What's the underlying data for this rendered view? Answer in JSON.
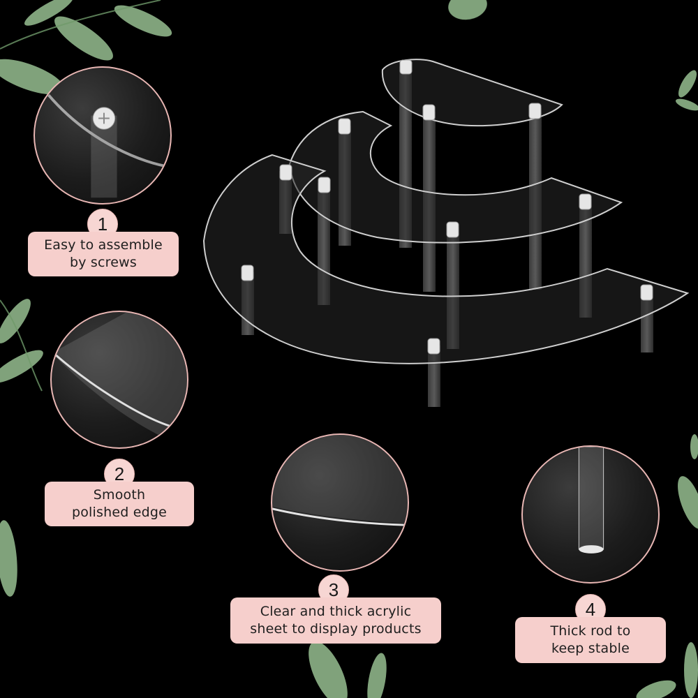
{
  "features": [
    {
      "number": "1",
      "lines": [
        "Easy to assemble",
        "by screws"
      ]
    },
    {
      "number": "2",
      "lines": [
        "Smooth",
        "polished edge"
      ]
    },
    {
      "number": "3",
      "lines": [
        "Clear and thick acrylic",
        "sheet to display products"
      ]
    },
    {
      "number": "4",
      "lines": [
        "Thick rod to",
        "keep stable"
      ]
    }
  ],
  "colors": {
    "background": "#000000",
    "caption_fill": "#f6cfcc",
    "badge_fill": "#f7d6d3",
    "circle_border": "#e9b7b4",
    "leaf": "#8fb58a"
  }
}
